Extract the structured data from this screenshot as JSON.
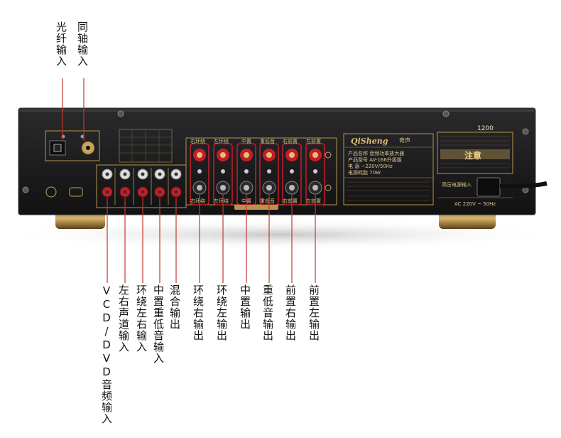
{
  "top_labels": [
    {
      "id": "optical",
      "text": "光纤输入"
    },
    {
      "id": "coaxial",
      "text": "同轴输入"
    }
  ],
  "bottom_labels": [
    {
      "id": "vcd-dvd",
      "text": "VCD/DVD音频输入"
    },
    {
      "id": "lr-input",
      "text": "左右声道输入"
    },
    {
      "id": "surround-lr-input",
      "text": "环绕左右输入"
    },
    {
      "id": "center-sub-input",
      "text": "中置重低音输入"
    },
    {
      "id": "mix-output",
      "text": "混合输出"
    },
    {
      "id": "surround-right-out",
      "text": "环绕右输出"
    },
    {
      "id": "surround-left-out",
      "text": "环绕左输出"
    },
    {
      "id": "center-out",
      "text": "中置输出"
    },
    {
      "id": "subwoofer-out",
      "text": "重低音输出"
    },
    {
      "id": "front-right-out",
      "text": "前置右输出"
    },
    {
      "id": "front-left-out",
      "text": "前置左输出"
    }
  ],
  "panel": {
    "brand": "QiSheng",
    "brand_cn": "奇声",
    "model_badge": "1200",
    "warning_title": "注意",
    "speaker_top": [
      "右环绕",
      "左环绕",
      "中置",
      "重低音",
      "右前置",
      "左前置"
    ],
    "speaker_bottom": [
      "右环绕",
      "左环绕",
      "中置",
      "重低音",
      "右前置",
      "左前置"
    ],
    "spec_rows": [
      {
        "k": "产品名称",
        "v": "音频功率放大器"
      },
      {
        "k": "产品型号",
        "v": "AV-166升级版"
      },
      {
        "k": "电    源",
        "v": "~220V/50Hz"
      },
      {
        "k": "电源耗能",
        "v": "70W"
      }
    ],
    "power_label": "高压电源输入",
    "power_rating": "AC 220V ~ 50Hz"
  },
  "colors": {
    "callout_line": "#c0392b",
    "panel": "#1c1c1e",
    "gold": "#b8934a",
    "jack_red": "#c41e2a"
  }
}
